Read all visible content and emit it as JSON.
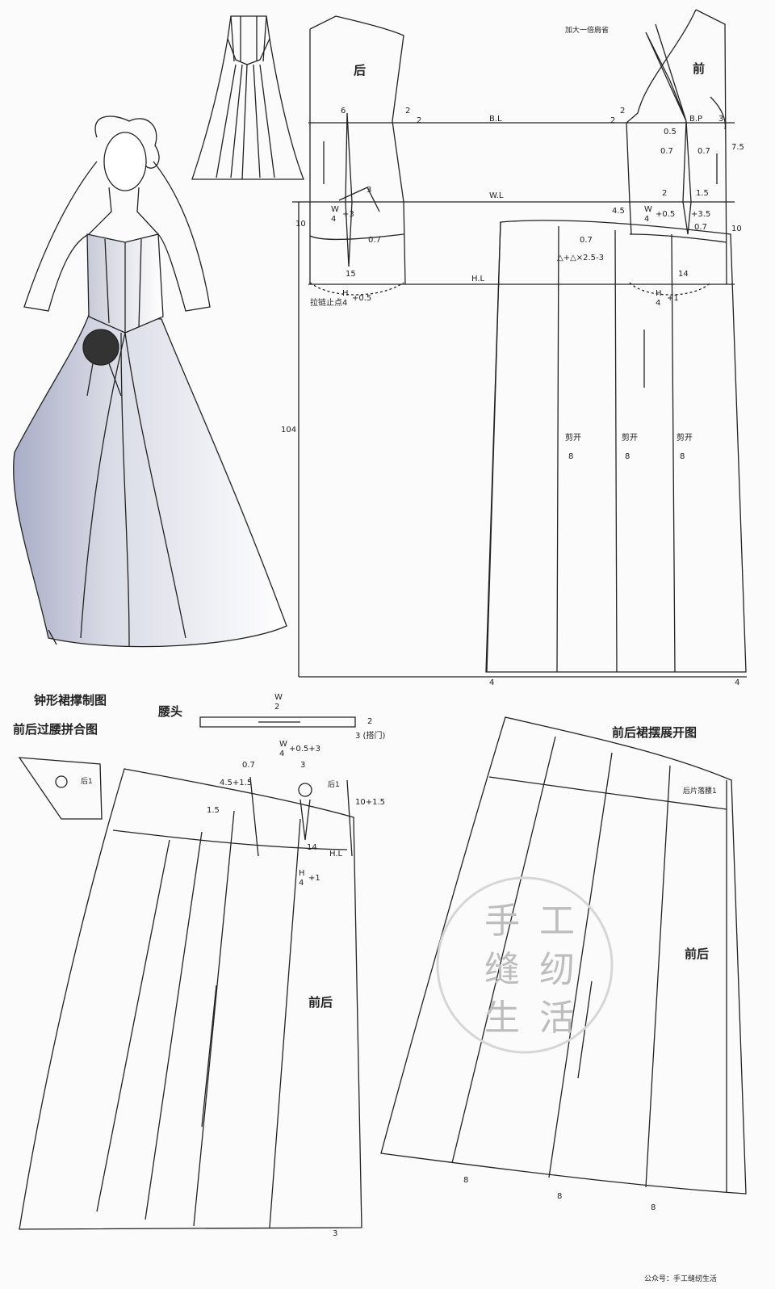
{
  "back_label": "后",
  "front_label": "前",
  "shoulder_note": "加大一倍肩省",
  "bl": "B.L",
  "wl": "W.L",
  "hl": "H.L",
  "bp": "B.P",
  "zipper_stop": "拉链止点",
  "length_104": "104",
  "cut_open": "剪开",
  "cut_8": "8",
  "n2": "2",
  "n3": "3",
  "n4": "4",
  "n6": "6",
  "n8": "8",
  "n10": "10",
  "n14": "14",
  "n15": "15",
  "n05": "0.5",
  "n07": "0.7",
  "n15b": "1.5",
  "n45": "4.5",
  "n75": "7.5",
  "w4_05": "+0.5",
  "w4_3": "+3",
  "w4_35": "+3.5",
  "h4_05": "+0.5",
  "h4_1": "+1",
  "W": "W",
  "H": "H",
  "four": "4",
  "tri_formula": "△+△×2.5-3",
  "hoop_title": "钟形裙撑制图",
  "combine_title": "前后过腰拼合图",
  "waistband_label": "腰头",
  "w2": "2",
  "overlap": "3 (搭门)",
  "back1": "后1",
  "w4_05_3": "+0.5+3",
  "n45_15": "4.5+1.5",
  "n10_15": "10+1.5",
  "front_back": "前后",
  "spread_title": "前后裙摆展开图",
  "back_drop": "后片落腰1",
  "watermark": [
    "手",
    "工",
    "缝",
    "纫",
    "生",
    "活"
  ],
  "footer": "公众号：手工缝纫生活"
}
